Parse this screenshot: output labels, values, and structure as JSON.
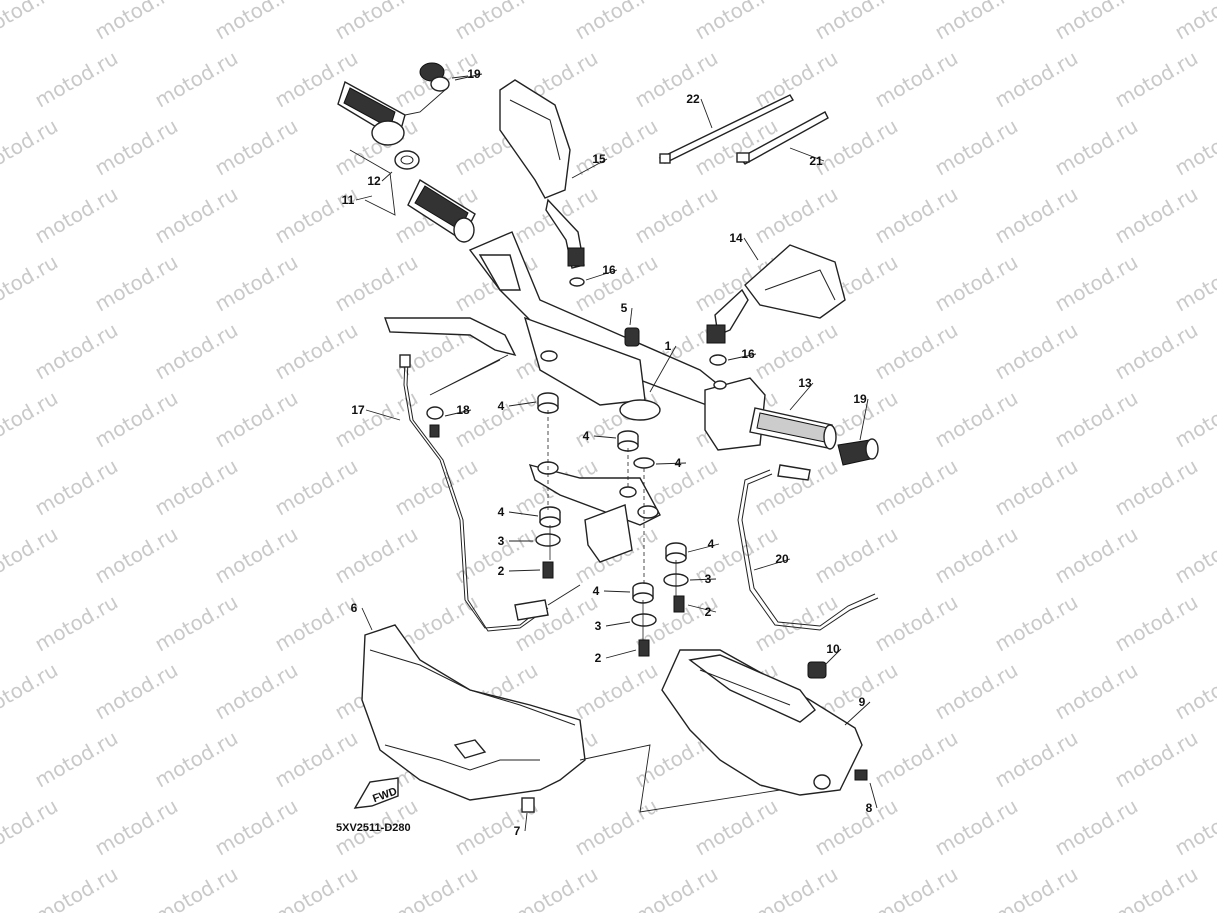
{
  "diagram": {
    "code": "5XV2511-D280",
    "watermark": "motod.ru",
    "fwd_label": "FWD",
    "callouts": [
      "1",
      "2",
      "2",
      "2",
      "3",
      "3",
      "3",
      "4",
      "4",
      "4",
      "4",
      "4",
      "4",
      "5",
      "6",
      "7",
      "8",
      "9",
      "10",
      "11",
      "12",
      "13",
      "14",
      "15",
      "16",
      "16",
      "17",
      "18",
      "19",
      "19",
      "20",
      "21",
      "22"
    ]
  }
}
